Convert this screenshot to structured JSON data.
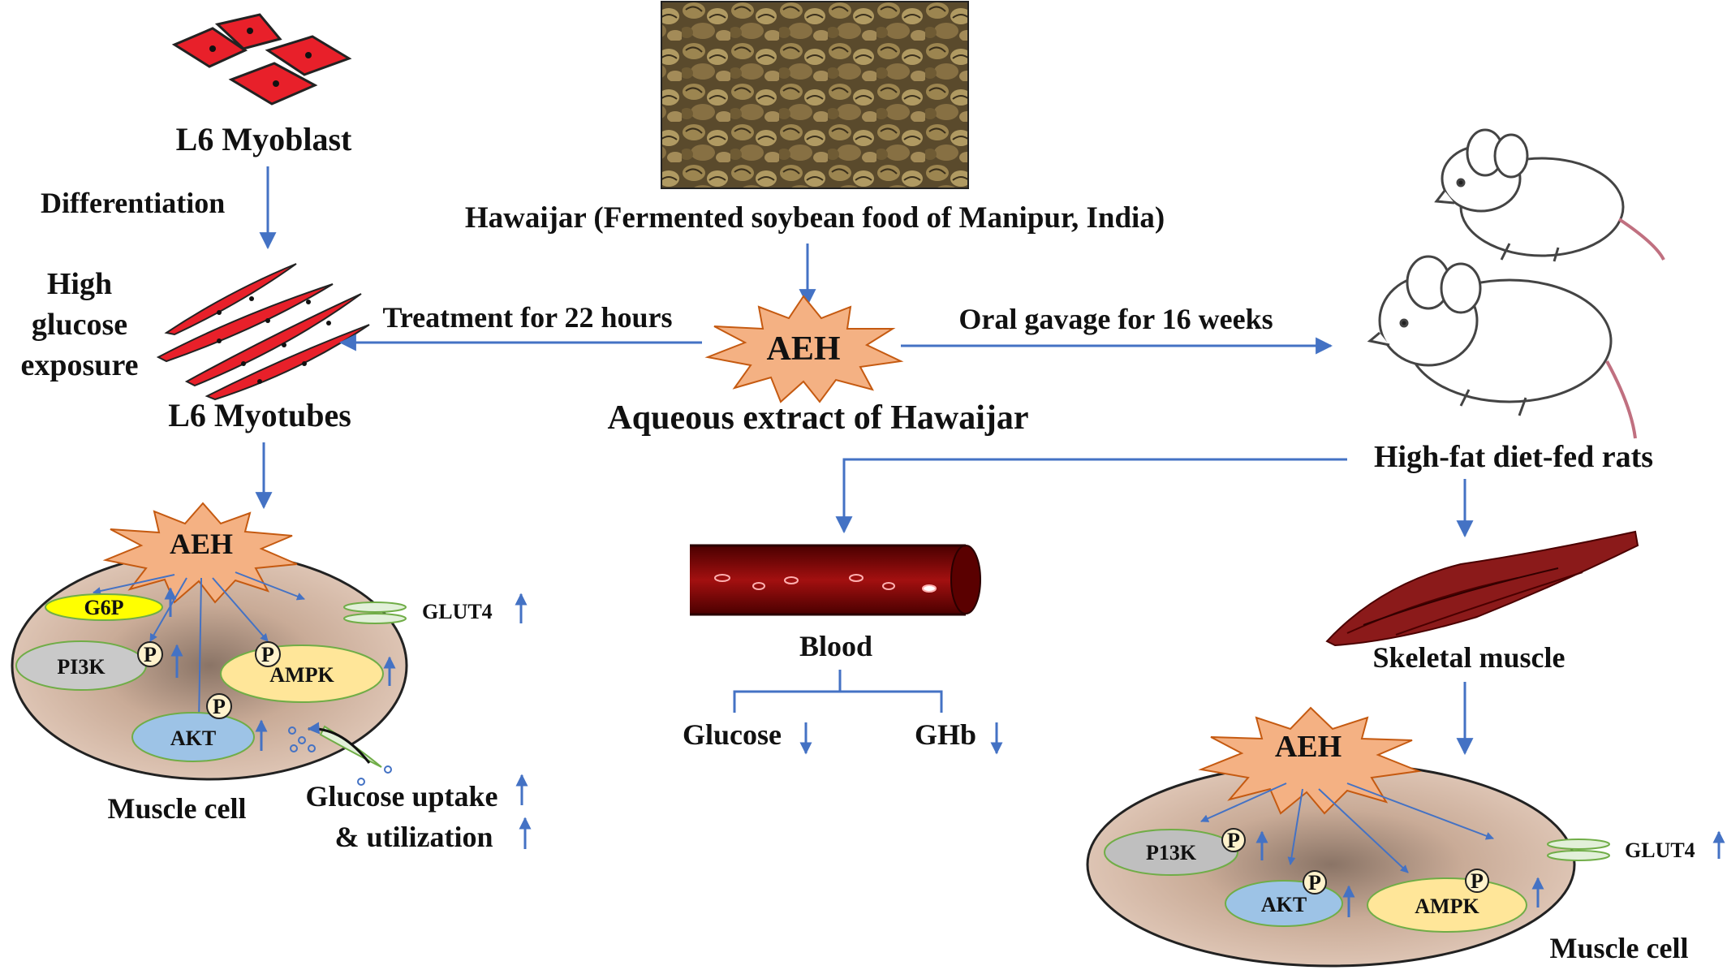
{
  "labels": {
    "l6_myoblast": "L6 Myoblast",
    "differentiation": "Differentiation",
    "high": "High",
    "glucose": "glucose",
    "exposure": "exposure",
    "l6_myotubes": "L6 Myotubes",
    "hawaijar_caption": "Hawaijar (Fermented soybean food of Manipur, India)",
    "treatment": "Treatment for 22 hours",
    "oral_gavage": "Oral gavage for 16 weeks",
    "aeh": "AEH",
    "aqueous_extract": "Aqueous extract of Hawaijar",
    "hfd_rats": "High-fat diet-fed rats",
    "blood": "Blood",
    "glucose_out": "Glucose",
    "ghb": "GHb",
    "skeletal_muscle": "Skeletal  muscle",
    "muscle_cell": "Muscle cell",
    "glucose_uptake": "Glucose uptake",
    "utilization": "& utilization"
  },
  "left_cell": {
    "g6p": "G6P",
    "pi3k": "PI3K",
    "ampk": "AMPK",
    "akt": "AKT",
    "glut4": "GLUT4",
    "p": "P"
  },
  "right_cell": {
    "p13k": "P13K",
    "akt": "AKT",
    "ampk": "AMPK",
    "glut4": "GLUT4",
    "p": "P"
  },
  "colors": {
    "arrow": "#4472c4",
    "cell_red": "#e8202a",
    "burst": "#f4b183",
    "cell_body": "#d9bfae",
    "g6p": "#ffff00",
    "pi3k": "#c9c9c9",
    "ampk": "#ffe699",
    "akt": "#9dc3e6",
    "p_badge": "#fff2cc",
    "blood_vessel": "#8b0000",
    "muscle": "#8b1a1a",
    "membrane_green": "#70ad47"
  },
  "icons": [
    "myoblast-cells",
    "myotube-cells",
    "soybean-photo",
    "rat-icon",
    "blood-vessel-icon",
    "skeletal-muscle-icon",
    "starburst-icon",
    "glut4-transporter-icon"
  ]
}
